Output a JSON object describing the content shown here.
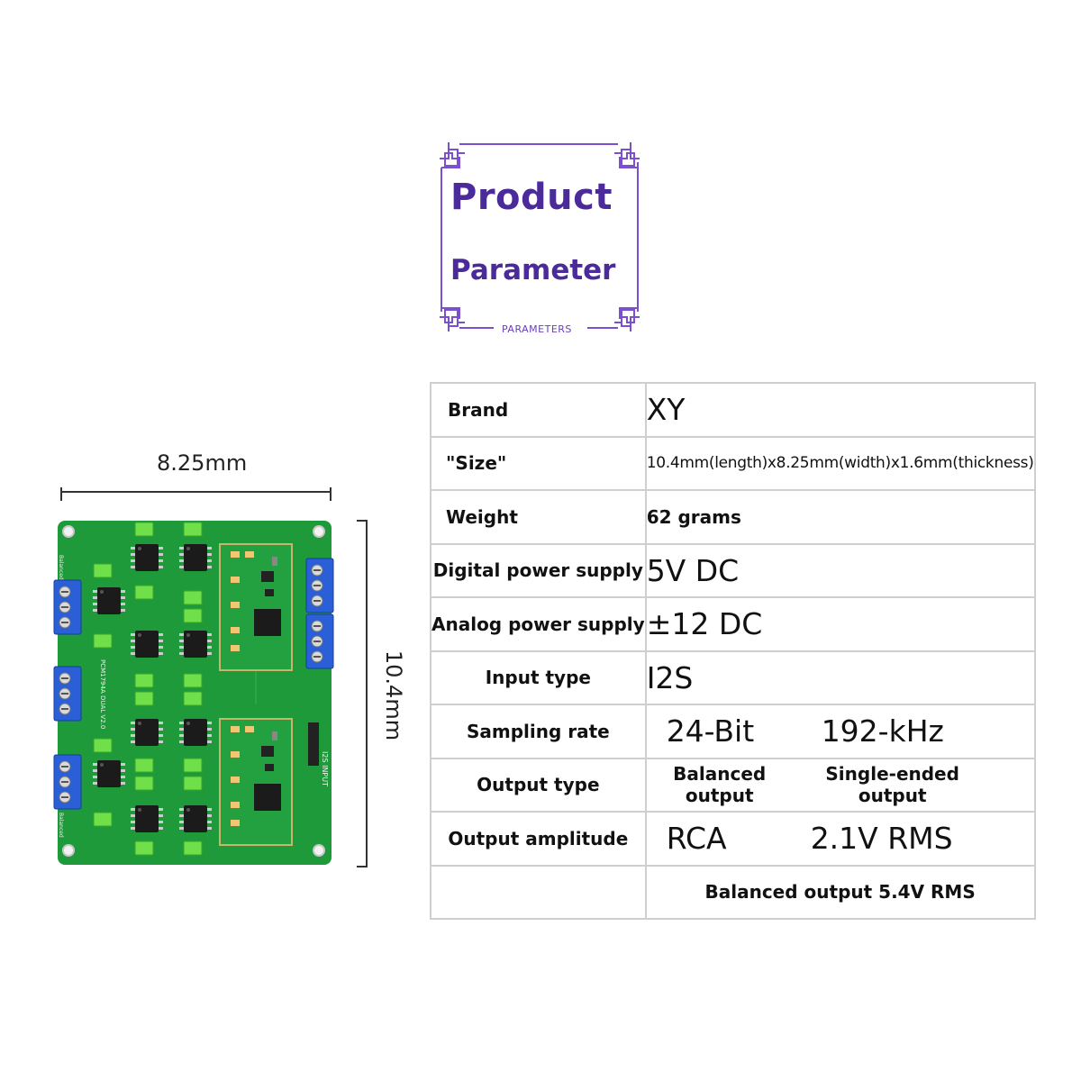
{
  "header": {
    "title_line1": "Product",
    "title_line2": "Parameter",
    "subtitle": "PARAMETERS"
  },
  "dimensions": {
    "width_label": "8.25mm",
    "length_label": "10.4mm"
  },
  "board_labels": {
    "model": "PCM1794A DUAL V2.0",
    "i2s_input": "I2S INPUT",
    "balanced": "Balanced"
  },
  "table": {
    "brand": {
      "key": "Brand",
      "value": "XY"
    },
    "size": {
      "key": "\"Size\"",
      "value": "10.4mm(length)x8.25mm(width)x1.6mm(thickness)"
    },
    "weight": {
      "key": "Weight",
      "value": "62 grams"
    },
    "digital_power": {
      "key": "Digital power supply",
      "value": "5V  DC"
    },
    "analog_power": {
      "key": "Analog power supply",
      "value": "±12  DC"
    },
    "input_type": {
      "key": "Input type",
      "value": "I2S"
    },
    "sampling_rate": {
      "key": "Sampling rate",
      "value_a": "24-Bit",
      "value_b": "192-kHz"
    },
    "output_type": {
      "key": "Output type",
      "value_a": "Balanced output",
      "value_b": "Single-ended output"
    },
    "output_amplitude": {
      "key": "Output amplitude",
      "value_a": "RCA",
      "value_b": "2.1V RMS"
    },
    "extra": {
      "key": "",
      "value": "Balanced output 5.4V RMS"
    }
  },
  "colors": {
    "accent_purple": "#4b2a9a",
    "frame_purple": "#7b4fcf",
    "pcb_green": "#1f9a3a",
    "terminal_blue": "#2a5fd8",
    "cap_green": "#6fe04a"
  }
}
